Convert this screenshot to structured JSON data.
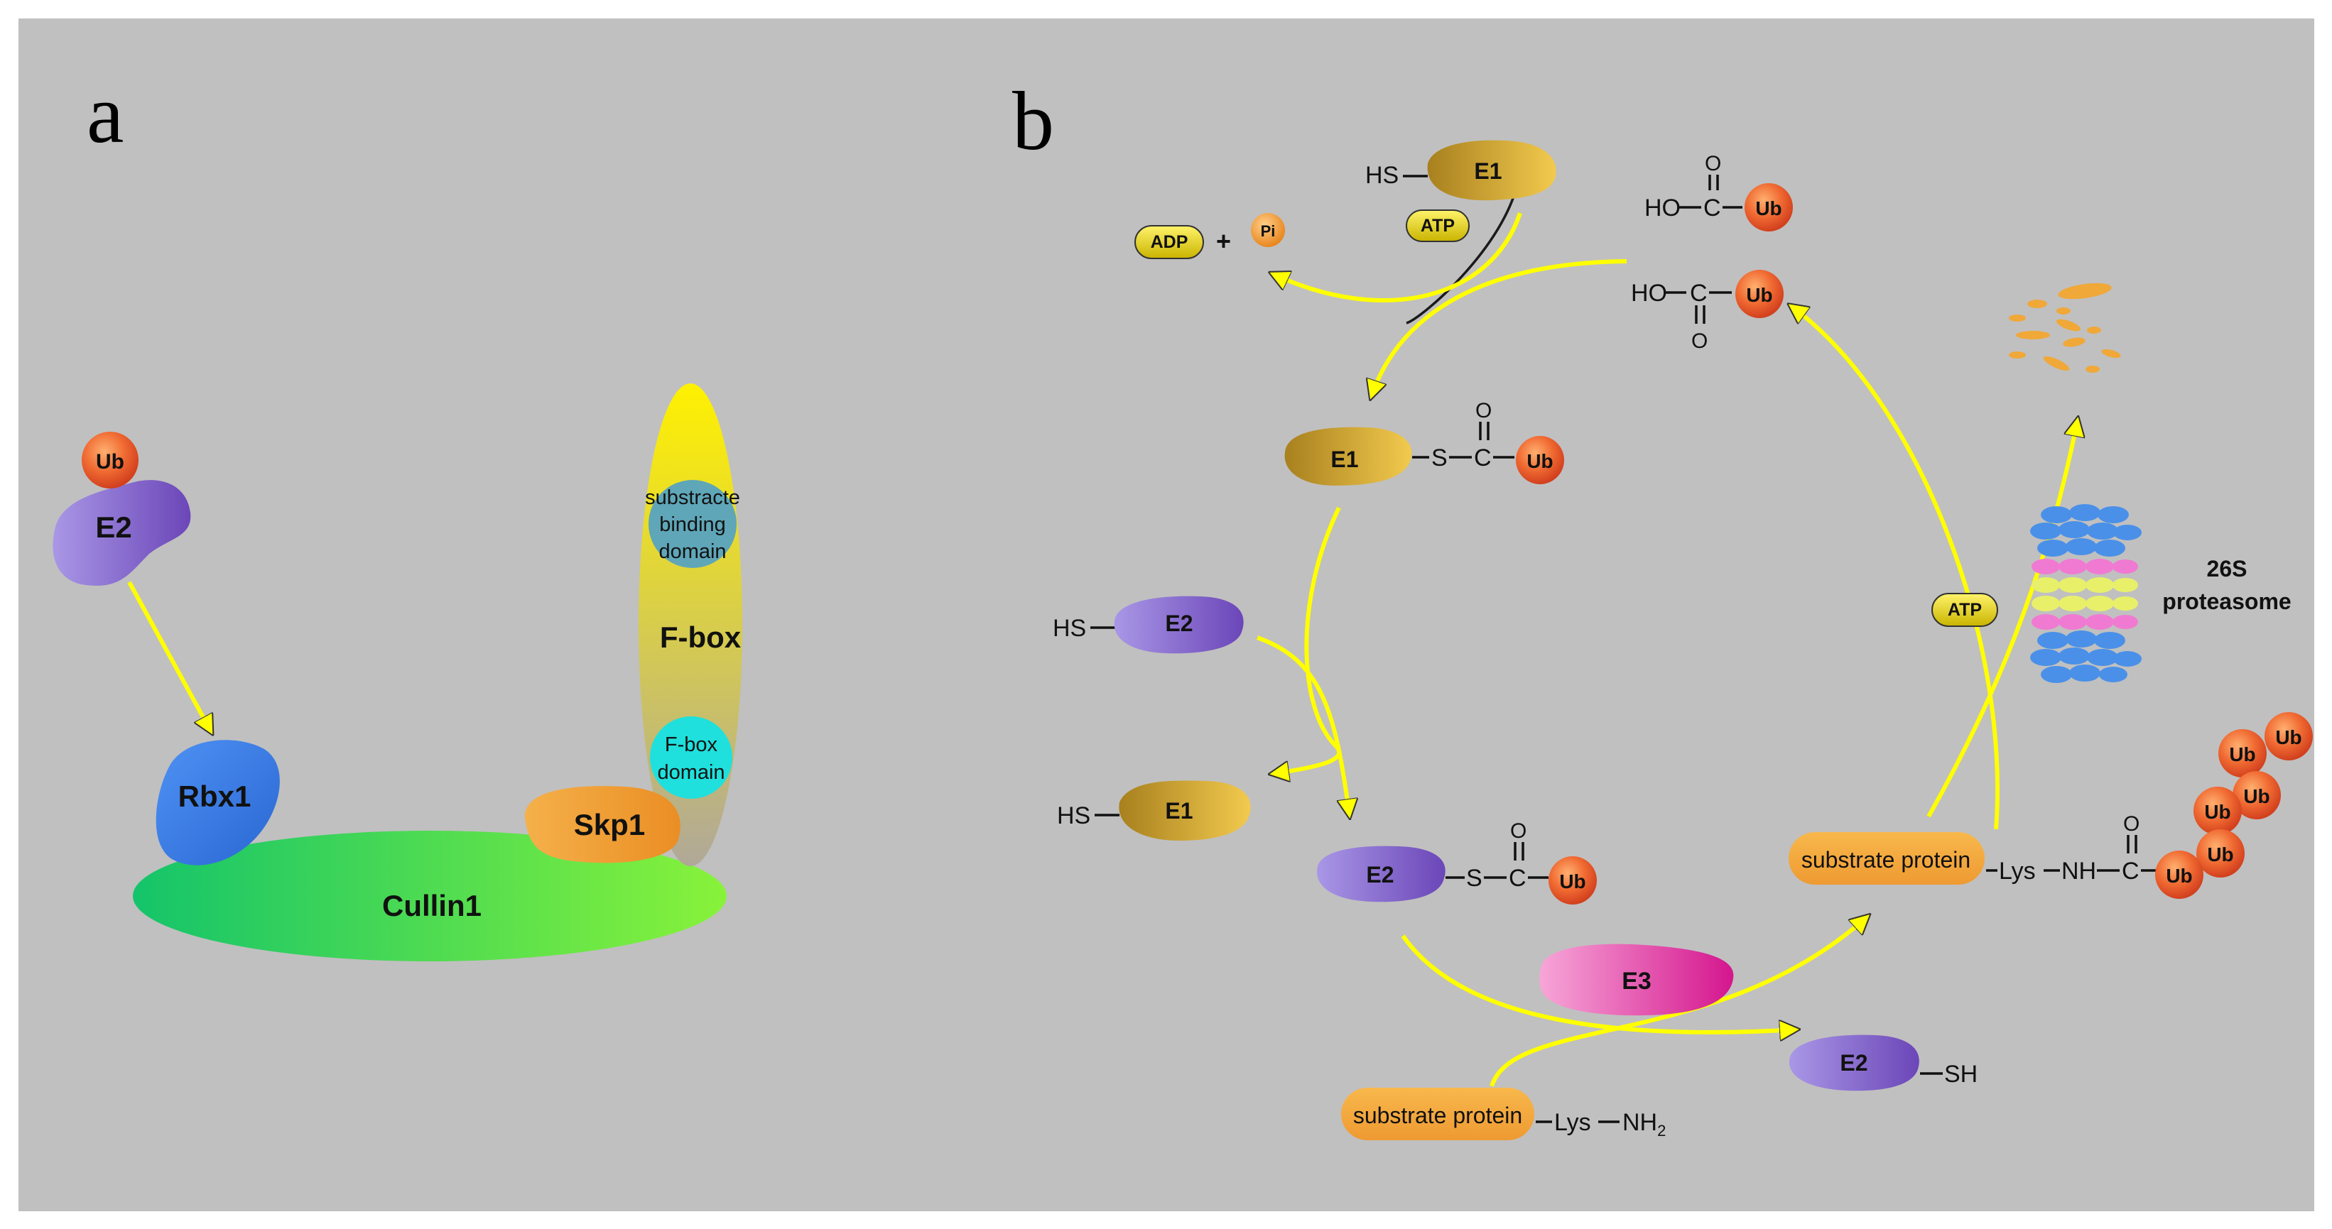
{
  "panel_a": {
    "letter": "a",
    "ub": "Ub",
    "e2": "E2",
    "rbx1": "Rbx1",
    "cullin1": "Cullin1",
    "skp1": "Skp1",
    "fbox": "F-box",
    "substrate_binding_domain": [
      "substracte",
      "binding",
      "domain"
    ],
    "fbox_domain": [
      "F-box",
      "domain"
    ]
  },
  "panel_b": {
    "letter": "b",
    "e1": "E1",
    "e2": "E2",
    "e3": "E3",
    "ub": "Ub",
    "hs": "HS",
    "sh": "SH",
    "s": "S",
    "c": "C",
    "o": "O",
    "ho": "HO",
    "atp": "ATP",
    "adp": "ADP",
    "plus": "+",
    "pi": "Pi",
    "substrate_protein": "substrate protein",
    "lys": "Lys",
    "nh": "NH",
    "nh2": "NH",
    "nh2_sub": "2",
    "proteasome": [
      "26S",
      "proteasome"
    ]
  },
  "colors": {
    "background": "#c0c0c0",
    "arrow": "#ffff00",
    "ub": "#e8552a",
    "e1": "#c49a2e",
    "e2": "#8c72c8",
    "e3": "#e02fa8",
    "rbx1": "#3b7de8",
    "cullin1": "#34d152",
    "skp1": "#f0a23a",
    "fbox": "#d8d234",
    "substrate_protein": "#f4a83c"
  }
}
